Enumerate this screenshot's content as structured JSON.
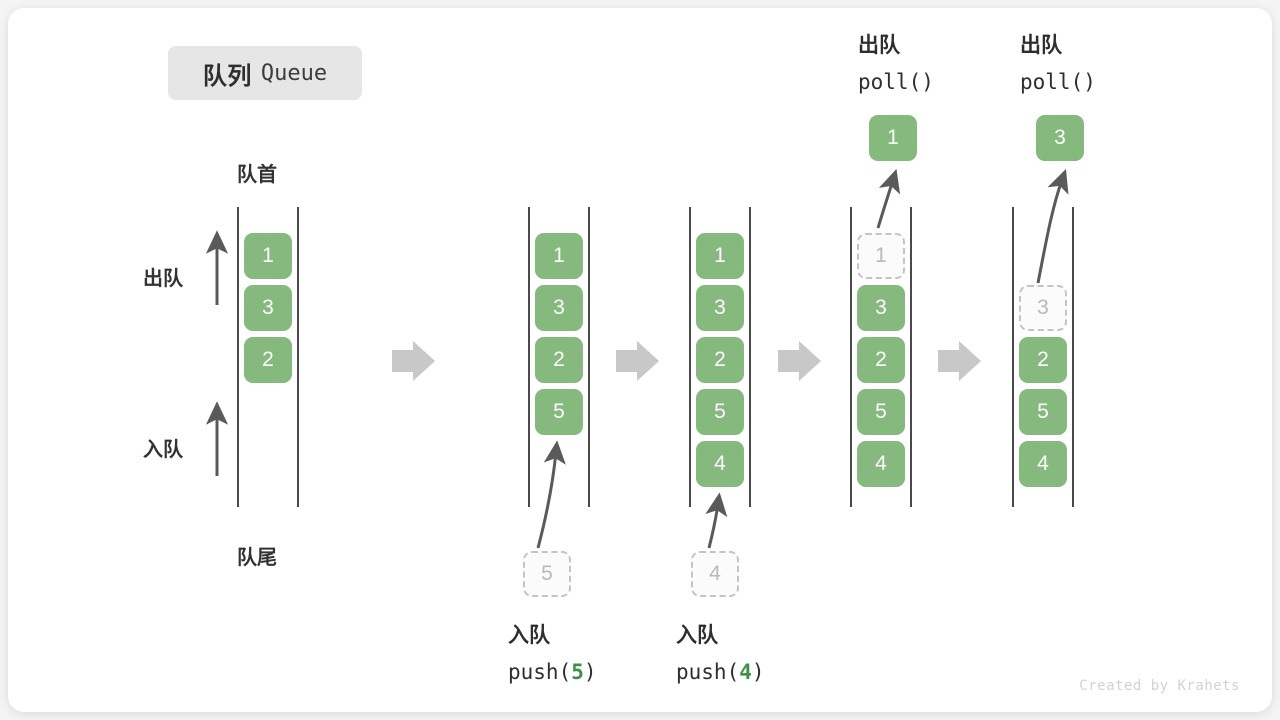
{
  "title": {
    "cn": "队列",
    "en": "Queue"
  },
  "legend": {
    "front": "队首",
    "rear": "队尾",
    "dequeue": "出队",
    "enqueue": "入队"
  },
  "watermark": "Created by Krahets",
  "colors": {
    "cell_fill": "#85b97d",
    "cell_text": "#ffffff",
    "ghost_border": "#c4c4c4",
    "ghost_text": "#b9b9b9",
    "rail": "#4a4a4a",
    "transition_arrow": "#c8c8c8",
    "accent_number": "#3f8f4b",
    "badge_bg": "#e6e6e6"
  },
  "stages": [
    {
      "id": "initial",
      "cells": [
        "1",
        "3",
        "2"
      ],
      "ghost": null,
      "op_cn": null,
      "op_code": null,
      "popped": null
    },
    {
      "id": "push-5",
      "cells": [
        "1",
        "3",
        "2",
        "5"
      ],
      "ghost": "5",
      "op_cn": "入队",
      "op_code_prefix": "push(",
      "op_code_num": "5",
      "op_code_suffix": ")",
      "popped": null
    },
    {
      "id": "push-4",
      "cells": [
        "1",
        "3",
        "2",
        "5",
        "4"
      ],
      "ghost": "4",
      "op_cn": "入队",
      "op_code_prefix": "push(",
      "op_code_num": "4",
      "op_code_suffix": ")",
      "popped": null
    },
    {
      "id": "poll-1",
      "cells": [
        "3",
        "2",
        "5",
        "4"
      ],
      "ghost": "1",
      "op_cn": "出队",
      "op_code_prefix": "poll(",
      "op_code_num": "",
      "op_code_suffix": ")",
      "popped": "1"
    },
    {
      "id": "poll-3",
      "cells": [
        "2",
        "5",
        "4"
      ],
      "ghost": "3",
      "op_cn": "出队",
      "op_code_prefix": "poll(",
      "op_code_num": "",
      "op_code_suffix": ")",
      "popped": "3"
    }
  ]
}
